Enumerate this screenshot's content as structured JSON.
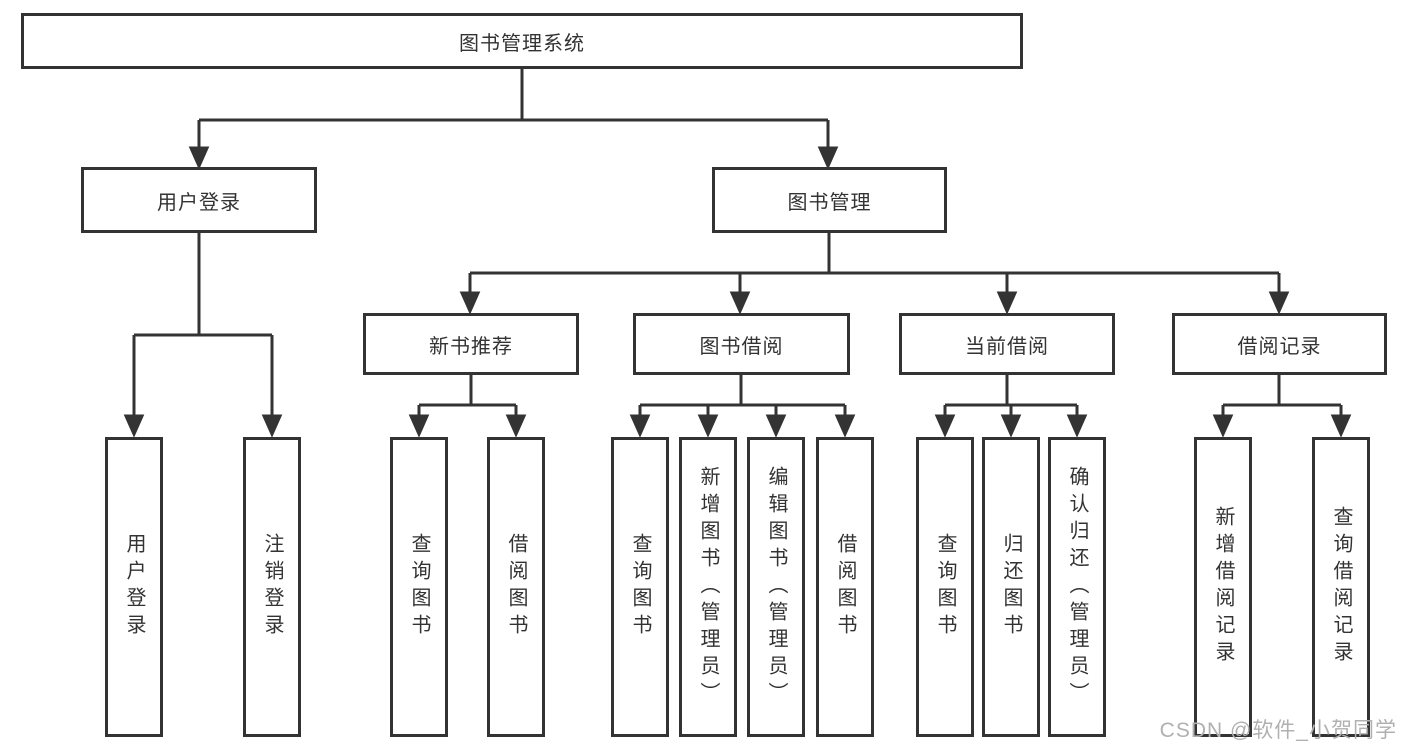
{
  "diagram": {
    "type": "hierarchy-tree",
    "title": "图书管理系统",
    "watermark": "CSDN @软件_小贺同学",
    "colors": {
      "line": "#333333",
      "text": "#333333",
      "box_background": "#ffffff",
      "watermark": "#b0b0b0"
    },
    "tree": {
      "root": {
        "label": "图书管理系统"
      },
      "children": [
        {
          "label": "用户登录",
          "children": [
            {
              "label": "用户登录"
            },
            {
              "label": "注销登录"
            }
          ]
        },
        {
          "label": "图书管理",
          "children": [
            {
              "label": "新书推荐",
              "children": [
                {
                  "label": "查询图书"
                },
                {
                  "label": "借阅图书"
                }
              ]
            },
            {
              "label": "图书借阅",
              "children": [
                {
                  "label": "查询图书"
                },
                {
                  "label": "新增图书（管理员）"
                },
                {
                  "label": "编辑图书（管理员）"
                },
                {
                  "label": "借阅图书"
                }
              ]
            },
            {
              "label": "当前借阅",
              "children": [
                {
                  "label": "查询图书"
                },
                {
                  "label": "归还图书"
                },
                {
                  "label": "确认归还（管理员）"
                }
              ]
            },
            {
              "label": "借阅记录",
              "children": [
                {
                  "label": "新增借阅记录"
                },
                {
                  "label": "查询借阅记录"
                }
              ]
            }
          ]
        }
      ]
    }
  }
}
